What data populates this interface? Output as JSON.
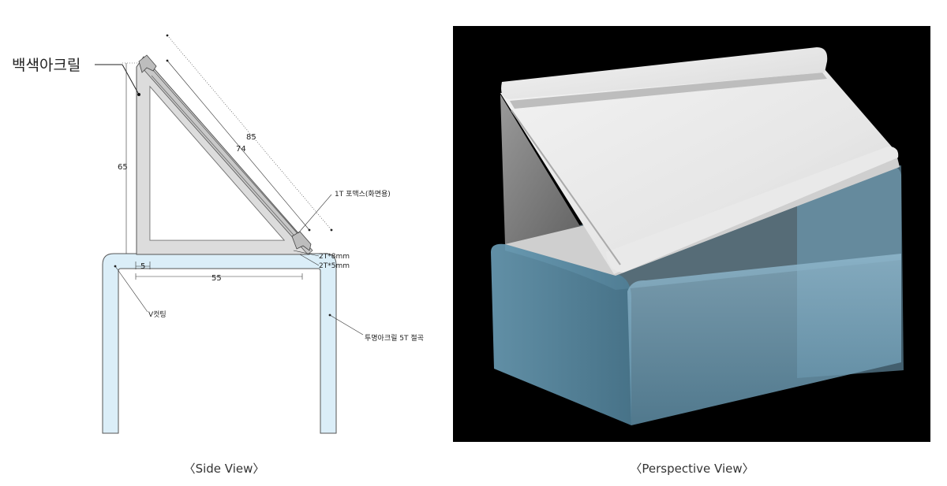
{
  "side_view": {
    "callout_material": "백색아크릴",
    "dim_85": "85",
    "dim_74": "74",
    "dim_65": "65",
    "dim_5": "5",
    "dim_55": "55",
    "label_formex": "1T 포맥스(화면용)",
    "label_2t8": "2T*8mm",
    "label_2t5": "2T*5mm",
    "label_vcut": "V컷팅",
    "label_clear": "투명아크릴 5T 절곡",
    "caption": "〈Side View〉"
  },
  "perspective_view": {
    "caption": "〈Perspective View〉"
  }
}
